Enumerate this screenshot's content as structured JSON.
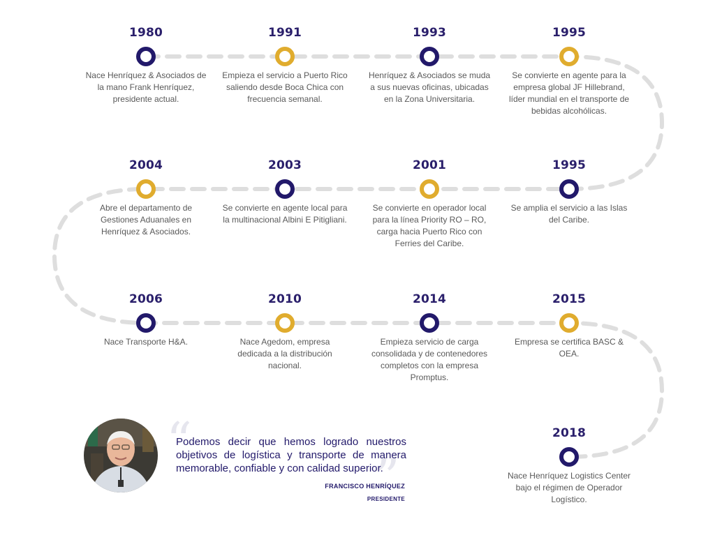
{
  "colors": {
    "navy": "#22196a",
    "gold": "#e0ac2e",
    "track": "#dedede",
    "text": "#595959"
  },
  "timeline": [
    {
      "year": "1980",
      "desc": "Nace Henríquez & Asociados de la mano Frank Henríquez, presidente actual.",
      "color": "navy"
    },
    {
      "year": "1991",
      "desc": "Empieza el servicio a Puerto Rico saliendo desde Boca Chica con frecuencia semanal.",
      "color": "gold"
    },
    {
      "year": "1993",
      "desc": "Henríquez & Asociados se muda a sus nuevas oficinas, ubicadas en la Zona Universitaria.",
      "color": "navy"
    },
    {
      "year": "1995",
      "desc": "Se convierte en agente para la empresa global JF Hillebrand, líder mundial en el transporte de bebidas alcohólicas.",
      "color": "gold"
    },
    {
      "year": "1995",
      "desc": "Se amplia el servicio a las Islas del Caribe.",
      "color": "navy"
    },
    {
      "year": "2001",
      "desc": "Se convierte en operador local para la línea Priority RO – RO, carga hacia Puerto Rico con Ferries del Caribe.",
      "color": "gold"
    },
    {
      "year": "2003",
      "desc": "Se convierte en agente local para la multinacional Albini E Pitigliani.",
      "color": "navy"
    },
    {
      "year": "2004",
      "desc": "Abre el departamento de Gestiones Aduanales en Henríquez & Asociados.",
      "color": "gold"
    },
    {
      "year": "2006",
      "desc": "Nace Transporte H&A.",
      "color": "navy"
    },
    {
      "year": "2010",
      "desc": "Nace Agedom, empresa dedicada a la distribución nacional.",
      "color": "gold"
    },
    {
      "year": "2014",
      "desc": "Empieza servicio de carga consolidada y de contenedores completos con la empresa Promptus.",
      "color": "navy"
    },
    {
      "year": "2015",
      "desc": "Empresa se certifica BASC & OEA.",
      "color": "gold"
    },
    {
      "year": "2018",
      "desc": "Nace Henríquez Logistics Center bajo el régimen de Operador Logístico.",
      "color": "navy"
    }
  ],
  "quote": {
    "open_mark": "“",
    "close_mark": "”",
    "text": "Podemos decir que hemos logrado nuestros objetivos de logística y transporte de manera memorable, confiable y con calidad superior.",
    "name": "FRANCISCO HENRÍQUEZ",
    "role": "PRESIDENTE"
  }
}
